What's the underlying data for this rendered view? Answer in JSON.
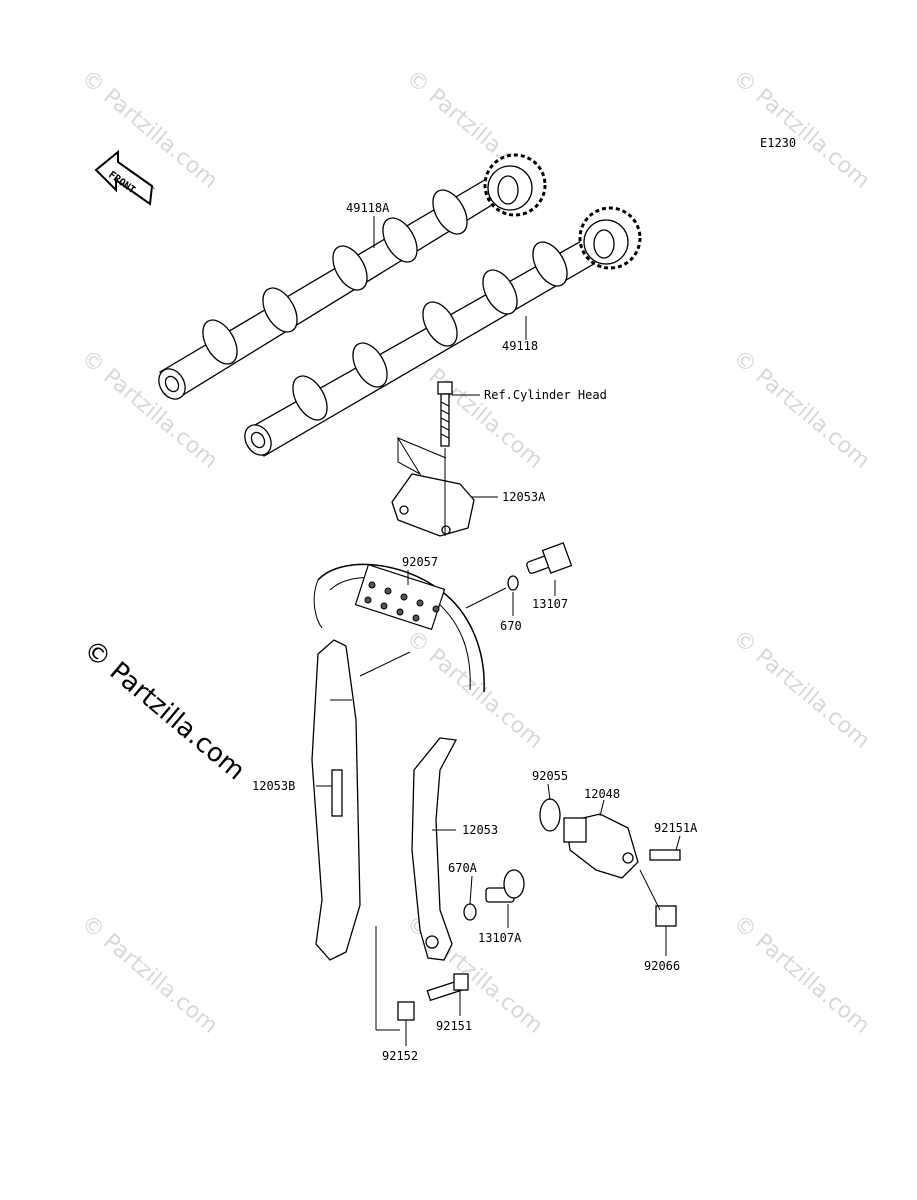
{
  "diagram_code": "E1230",
  "front_label": "FRONT",
  "watermark": "© Partzilla.com",
  "labels": {
    "p49118A": "49118A",
    "p49118": "49118",
    "refCylinderHead": "Ref.Cylinder Head",
    "p12053A": "12053A",
    "p92057": "92057",
    "p13107": "13107",
    "p670": "670",
    "p12053B": "12053B",
    "p92055": "92055",
    "p12048": "12048",
    "p92151A": "92151A",
    "p12053": "12053",
    "p670A": "670A",
    "p13107A": "13107A",
    "p92066": "92066",
    "p92151": "92151",
    "p92152": "92152"
  }
}
